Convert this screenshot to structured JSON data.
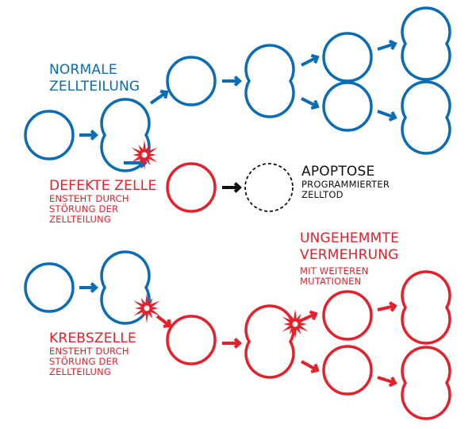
{
  "colors": {
    "normal": "#0a6cb5",
    "defect": "#e5202b",
    "apoptosis": "#111111"
  },
  "labels": {
    "normal_title_1": "NORMALE",
    "normal_title_2": "ZELLTEILUNG",
    "defect_title": "DEFEKTE ZELLE",
    "defect_sub_1": "ENSTEHT DURCH",
    "defect_sub_2": "STÖRUNG DER",
    "defect_sub_3": "ZELLTEILUNG",
    "apoptosis_title": "APOPTOSE",
    "apoptosis_sub_1": "PROGRAMMIERTER",
    "apoptosis_sub_2": "ZELLTOD",
    "cancer_title": "KREBSZELLE",
    "cancer_sub_1": "ENSTEHT DURCH",
    "cancer_sub_2": "STÖRUNG DER",
    "cancer_sub_3": "ZELLTEILUNG",
    "growth_title_1": "UNGEHEMMTE",
    "growth_title_2": "VERMEHRUNG",
    "growth_sub_1": "MIT WEITEREN",
    "growth_sub_2": "MUTATIONEN"
  }
}
